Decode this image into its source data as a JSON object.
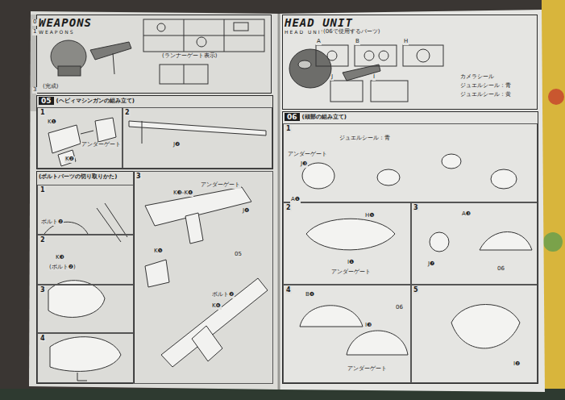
{
  "diagram": {
    "nodes": [
      {
        "text": [
          "WEAPONS",
          "WEAPONS"
        ]
      },
      {
        "text": [
          "05",
          "(ヘビィマシンガンの組み立て)"
        ]
      },
      {
        "text": [
          "1"
        ],
        "in": 1
      },
      {
        "text": [
          "2"
        ],
        "in": 1
      },
      {
        "text": [
          "(ボルトパーツの切り取りかた)"
        ]
      },
      {
        "text": [
          "1"
        ],
        "in": 4
      },
      {
        "text": [
          "2"
        ],
        "in": 4
      },
      {
        "text": [
          "3"
        ],
        "in": 4
      },
      {
        "text": [
          "4"
        ],
        "in": 4
      },
      {
        "text": [
          "3"
        ]
      },
      {
        "text": [
          "HEAD UNIT",
          "HEAD UNIT"
        ]
      },
      {
        "text": [
          "06",
          "(頭部の組み立て)"
        ]
      },
      {
        "text": [
          "1"
        ],
        "in": 11
      },
      {
        "text": [
          "2"
        ],
        "in": 11
      },
      {
        "text": [
          "3"
        ],
        "in": 11
      },
      {
        "text": [
          "4"
        ],
        "in": 11
      },
      {
        "text": [
          "5"
        ],
        "in": 11
      }
    ],
    "labels": [
      "0",
      "1",
      "3",
      "(ランナーゲート表示)",
      "(完成)",
      "K❶",
      "K❷",
      "アンダーゲート",
      "J❷",
      "アンダーゲート",
      "K❸-K❹",
      "J❹",
      "K❺",
      "ボルト❷",
      "K❻",
      "05",
      "ボルト❷",
      "K❸",
      "(ボルト❷)",
      "(06で使用するパーツ)",
      "A",
      "B",
      "H",
      "J",
      "I",
      "カメラシール",
      "ジュエルシール：青",
      "ジュエルシール：黄",
      "ジュエルシール：青",
      "アンダーゲート",
      "J❸",
      "A❶",
      "H❺",
      "I❶",
      "アンダーゲート",
      "A❸",
      "J❼",
      "06",
      "B❹",
      "I❸",
      "アンダーゲート",
      "06",
      "I❷"
    ]
  }
}
